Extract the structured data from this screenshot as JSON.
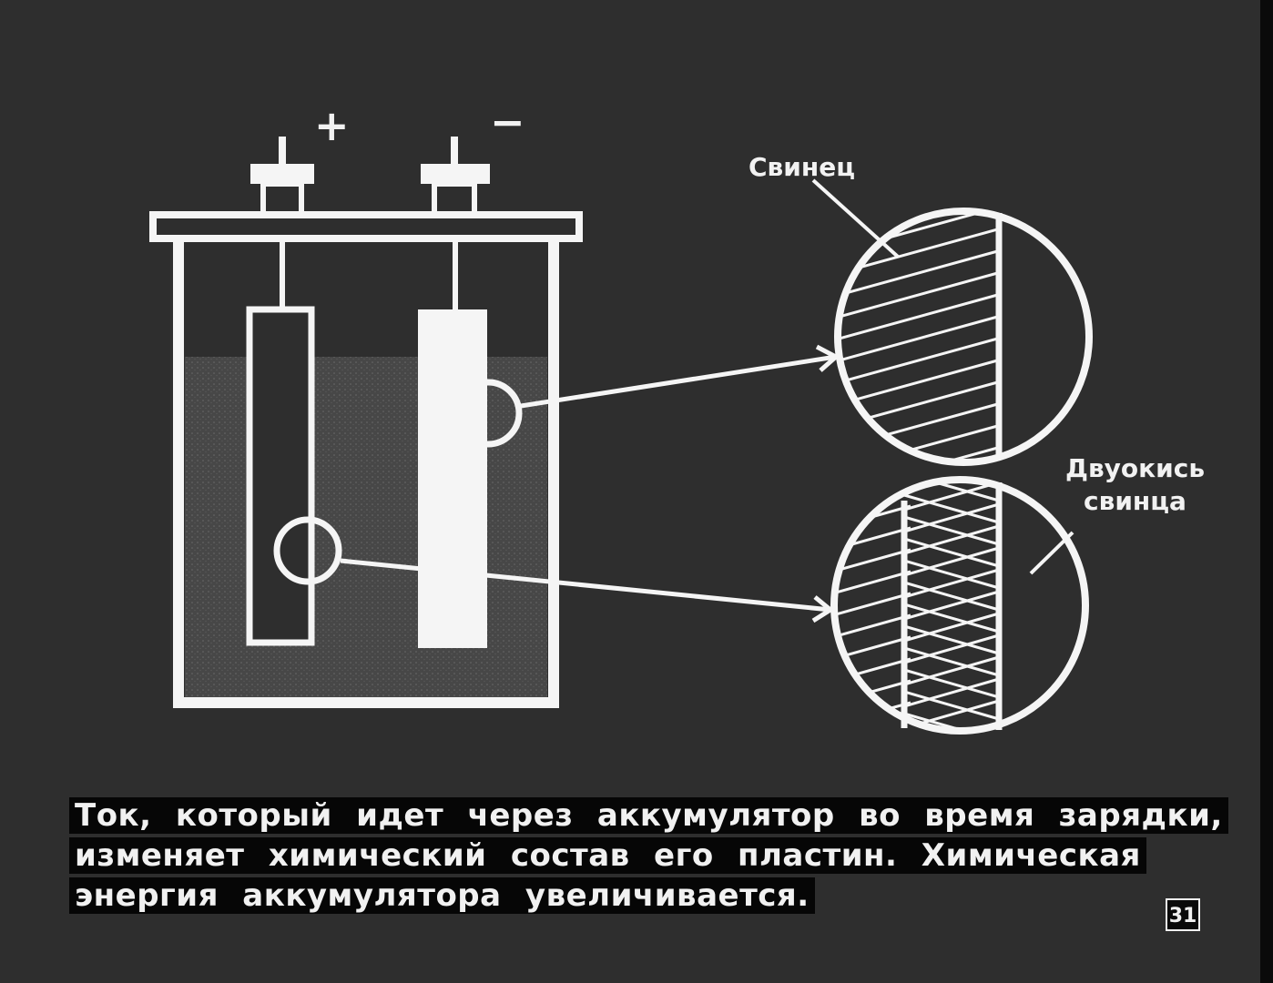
{
  "diagram": {
    "terminal_plus": "+",
    "terminal_minus": "−",
    "label_lead": "Свинец",
    "label_lead_dioxide_line1": "Двуокись",
    "label_lead_dioxide_line2": "свинца"
  },
  "caption": {
    "line1": "Ток, который идет через аккумулятор во время зарядки,",
    "line2": "изменяет химический состав его пластин. Химическая",
    "line3": "энергия аккумулятора увеличивается."
  },
  "frame_number": "31",
  "colors": {
    "background": "#2e2e2e",
    "lines": "#f5f5f5",
    "electrolyte": "#4a4a4a",
    "caption_bg": "#060606"
  }
}
